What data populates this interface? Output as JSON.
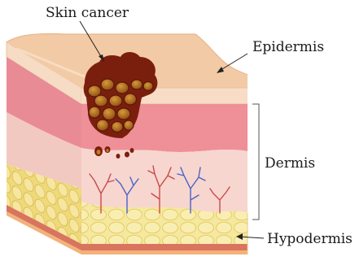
{
  "labels": {
    "skin_cancer": "Skin cancer",
    "epidermis": "Epidermis",
    "dermis": "Dermis",
    "hypodermis": "Hypodermis"
  },
  "colors": {
    "epidermis_top": "#f2c9a4",
    "epidermis_front": "#f7dcc4",
    "dermis_upper": "#ec8f98",
    "dermis_lower": "#f6d3cc",
    "fat": "#f3e495",
    "fat_cell_edge": "#e8cf63",
    "tumor": "#7a1f0e",
    "tumor_cell": "#b8741c",
    "vessel_red": "#c94a4a",
    "vessel_blue": "#4a62c9",
    "base_muscle": "#d96f5a"
  }
}
